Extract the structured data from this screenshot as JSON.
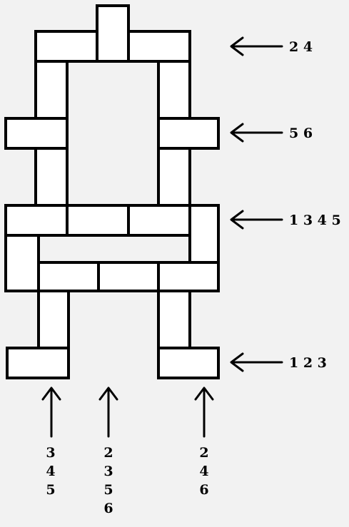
{
  "diagram": {
    "row_labels": {
      "top": "2 4",
      "upper_arms": "5 6",
      "seat": "1 3 4 5",
      "feet": "1 2 3"
    },
    "column_labels": {
      "left": [
        "3",
        "4",
        "5"
      ],
      "middle": [
        "2",
        "3",
        "5",
        "6"
      ],
      "right": [
        "2",
        "4",
        "6"
      ]
    },
    "colors": {
      "background": "#f2f2f2",
      "block_fill": "#ffffff",
      "outline": "#000000"
    },
    "arrow_icon": "arrow-icon"
  }
}
